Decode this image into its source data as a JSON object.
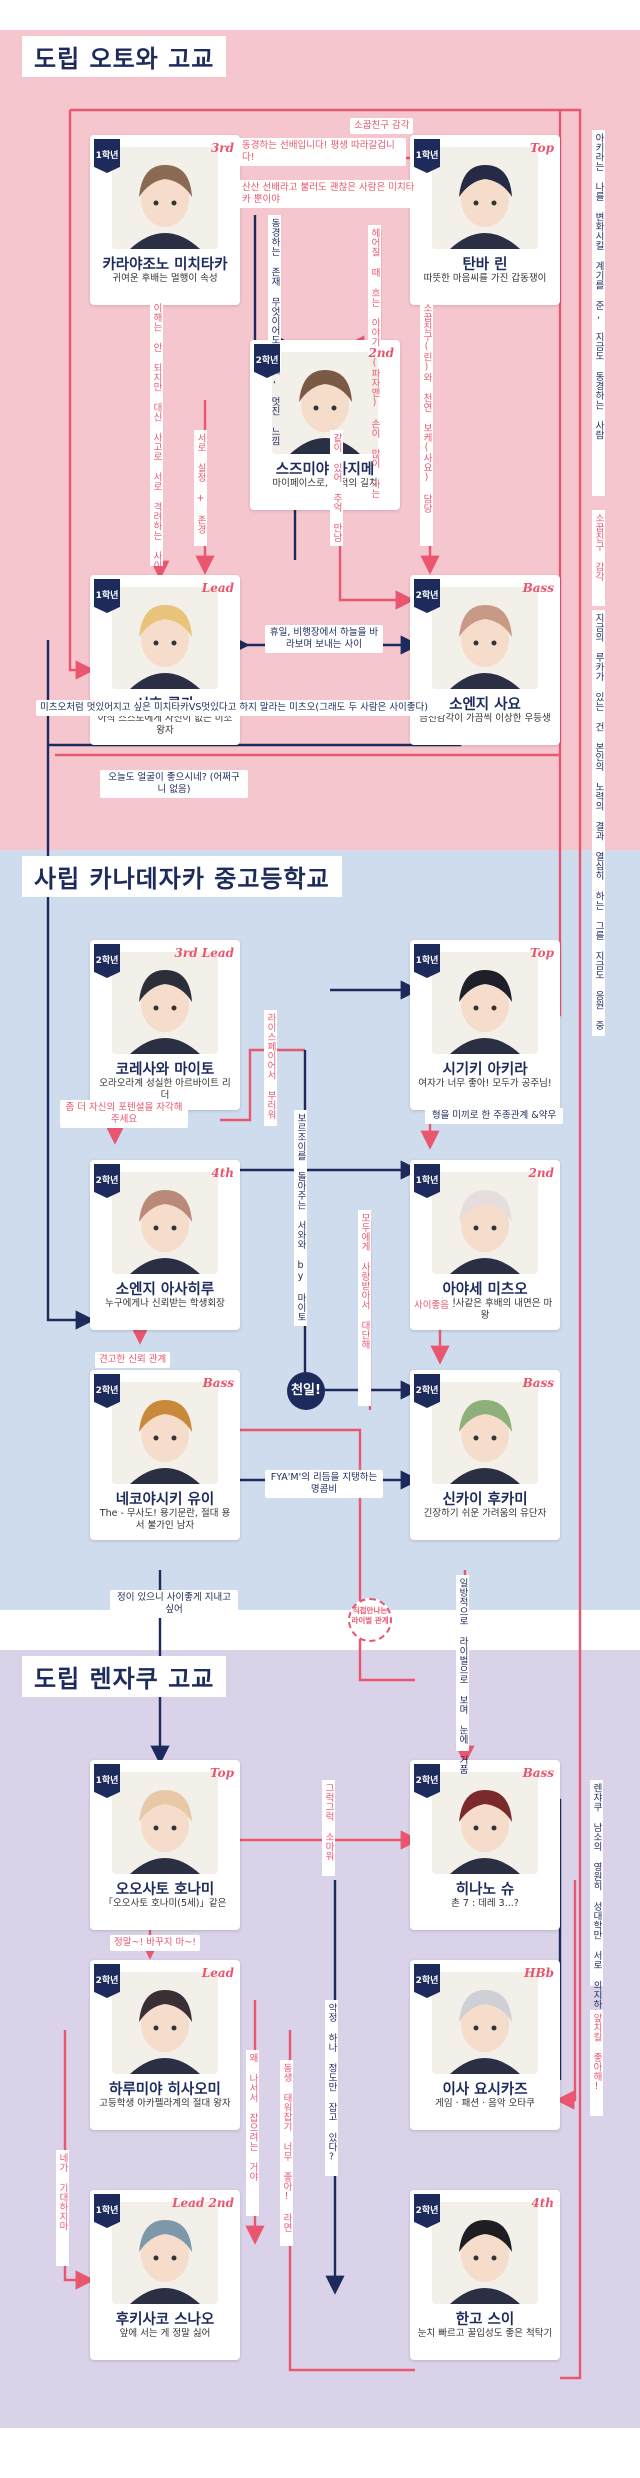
{
  "colors": {
    "navy": "#1d2a5c",
    "pink": "#e8566f",
    "otowa_bg": "#f6c6cf",
    "kanade_bg": "#cfdcee",
    "renjaku_bg": "#d9d2e8"
  },
  "sections": {
    "otowa": "도립 오토와 고교",
    "kanade": "사립 카나데자카 중고등학교",
    "renjaku": "도립 렌자쿠 고교"
  },
  "characters": [
    {
      "id": "karai",
      "grade": "1학년",
      "role": "3rd",
      "name": "카라야조노 미치타카",
      "desc": "귀여운 후배는 멀행이 속성",
      "hair": "#8a6a52"
    },
    {
      "id": "tanba",
      "grade": "1학년",
      "role": "Top",
      "name": "탄바 린",
      "desc": "따뜻한 마음씨를 가진 갑동쟁이",
      "hair": "#262a44"
    },
    {
      "id": "sumiya",
      "grade": "2학년",
      "role": "2nd",
      "name": "스즈미야 하지메",
      "desc": "마이페이스로, 기적의 길치",
      "hair": "#7a5a45"
    },
    {
      "id": "shiho",
      "grade": "1학년",
      "role": "Lead",
      "name": "시호 루카",
      "desc": "아직 스스로에게 자신이 없는 미소 왕자",
      "hair": "#e8c37a"
    },
    {
      "id": "soenji_s",
      "grade": "2학년",
      "role": "Bass",
      "name": "소엔지 사요",
      "desc": "금전감각이 가끔씩 이상한 우등생",
      "hair": "#c89a86"
    },
    {
      "id": "koresawa",
      "grade": "2학년",
      "role": "3rd Lead",
      "name": "코레사와 마이토",
      "desc": "오라오라계 성실한 아르바이트 리더",
      "hair": "#2c2f3a"
    },
    {
      "id": "shigiki",
      "grade": "1학년",
      "role": "Top",
      "name": "시기키 아키라",
      "desc": "여자가 너무 좋아! 모두가 공주님!",
      "hair": "#1f1f2a"
    },
    {
      "id": "soenji_a",
      "grade": "2학년",
      "role": "4th",
      "name": "소엔지 아사히루",
      "desc": "누구에게나 신뢰받는 학생회장",
      "hair": "#b98a7a"
    },
    {
      "id": "ayase",
      "grade": "1학년",
      "role": "2nd",
      "name": "아야세 미츠오",
      "desc": "외면이 천사같은 후배의 내면은 마왕",
      "hair": "#e6dede"
    },
    {
      "id": "negoshi",
      "grade": "2학년",
      "role": "Bass",
      "name": "네코야시키 유이",
      "desc": "The - 무사도! 용기문란, 절대 용서 불가인 남자",
      "hair": "#c88a3a"
    },
    {
      "id": "shinkai",
      "grade": "2학년",
      "role": "Bass",
      "name": "신카이 후카미",
      "desc": "긴장하기 쉬운 가려움의 유단자",
      "hair": "#8db07a"
    },
    {
      "id": "otosato",
      "grade": "1학년",
      "role": "Top",
      "name": "오오사토 호나미",
      "desc": "「오오사토 호나미(5세)」같은",
      "hair": "#e8c9a7"
    },
    {
      "id": "hinano",
      "grade": "2학년",
      "role": "Bass",
      "name": "히나노 슈",
      "desc": "촌 7 : 데레 3...?",
      "hair": "#7a2a2a"
    },
    {
      "id": "harumiya",
      "grade": "2학년",
      "role": "Lead",
      "name": "하루미야 히사오미",
      "desc": "고등학생 아카펠라계의 절대 왕자",
      "hair": "#3a2f35"
    },
    {
      "id": "isa",
      "grade": "2학년",
      "role": "HBb",
      "name": "이사 요시카즈",
      "desc": "게임 · 패션 · 음악 오타쿠",
      "hair": "#cfcfd6"
    },
    {
      "id": "fukisako",
      "grade": "1학년",
      "role": "Lead 2nd",
      "name": "후키사코 스나오",
      "desc": "앞에 서는 게 정말 싫어",
      "hair": "#7d98a8"
    },
    {
      "id": "hango",
      "grade": "2학년",
      "role": "4th",
      "name": "한고 스이",
      "desc": "눈치 빠르고 꿀입성도 좋은 척탁기",
      "hair": "#1e1e22"
    }
  ],
  "labels": {
    "sogup": "소꿉친구 감각",
    "l1": "동경하는 선배입니다! 평생 따라갈겁니다!",
    "l2": "산산 선배라고 불러도 괜찮은 사람은 미치타카 뿐이야",
    "l3": "동경하는 존재 무엇이어도 노래, 멋진 느낌",
    "l4": "헤어질 때 흐는 이야기 (파자맨) 손이 많이 가는",
    "l5": "이해는 안 되지만 대신 사고로 서로 격려하는 사이",
    "l6": "서로 실정 + 존경",
    "l7": "같이 있어 추억 만남",
    "l8": "소꿉친구(린)와 천연 보케(사요) 담당",
    "l9": "휴일, 비행장에서 하늘을 바라보며 보내는 사이",
    "l10": "아키라는 나를 변화시킬 계기를 준, 지금도 동경하는 사람",
    "l11": "소꿉친구 감각",
    "l12": "지금의 루카가 있는 건 본인의 노력의 결과 열심히 하는 그를 지금도 응원 중",
    "l13": "미츠오처럼 멋있어지고 싶은 미치타카VS멋있다고 하지 말라는 미츠오(그래도 두 사람은 사이좋다)",
    "l14": "오늘도 얼굴이 좋으시네? (어쩌구니 없음)",
    "l15": "좀 더 자신의 포텐셜을 자각해 주세요",
    "l16": "라이스페이어서 부러워",
    "l17": "보르조이를 돌아주는 서와와 by 마이토",
    "l18": "형을 미끼로 한 주종관계 &약우",
    "l19": "모두에게 사랑받아서 대단해",
    "l20": "견고한 신뢰 관계",
    "l21": "사이좋음",
    "l22": "FYA'M'의 리듬을 지탱하는 명콤비",
    "l23": "정이 있으니 사이좋게 지내고 싶어",
    "l24": "일방적으로 라이벌으로 보며 눈에 거품",
    "l25": "그럭그럭 소마워",
    "l26": "정말~! 바꾸지 마~!",
    "l27": "왜 나서서 잡으려는 거야",
    "l28": "동생 태워잡기 너무 좋아! 라면",
    "l29": "악정 하나 정도만 잡고 있다?",
    "l30": "네가 기대하지마",
    "l31": "렌쟈쿠 남소의 영원히 성대학만 서로 의지하는 사이",
    "l32": "앞치킬 좋아해!",
    "heoryul": "천일!",
    "stamp": "직접만나는 라이벌 관계"
  }
}
